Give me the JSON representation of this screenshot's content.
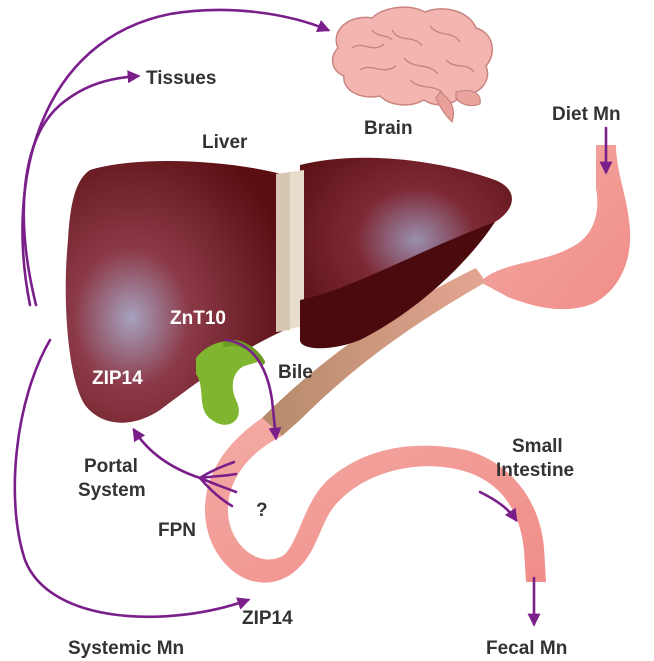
{
  "labels": {
    "tissues": "Tissues",
    "brain": "Brain",
    "liver": "Liver",
    "diet_mn": "Diet Mn",
    "znt10": "ZnT10",
    "bile": "Bile",
    "zip14_liver": "ZIP14",
    "portal_line1": "Portal",
    "portal_line2": "System",
    "question": "?",
    "small_intestine_line1": "Small",
    "small_intestine_line2": "Intestine",
    "fpn": "FPN",
    "zip14_intestine": "ZIP14",
    "systemic_mn": "Systemic Mn",
    "fecal_mn": "Fecal Mn"
  },
  "colors": {
    "arrow": "#7a1f8a",
    "liver_dark": "#5a0e12",
    "liver_light": "#a6a2bf",
    "gallbladder": "#7fb52f",
    "intestine": "#f3a7a0",
    "brain": "#f2b5b0",
    "text": "#333333"
  },
  "icons": {
    "brain": "brain-icon",
    "liver": "liver-icon",
    "gallbladder": "gallbladder-icon",
    "stomach": "stomach-icon",
    "intestine": "intestine-icon"
  }
}
